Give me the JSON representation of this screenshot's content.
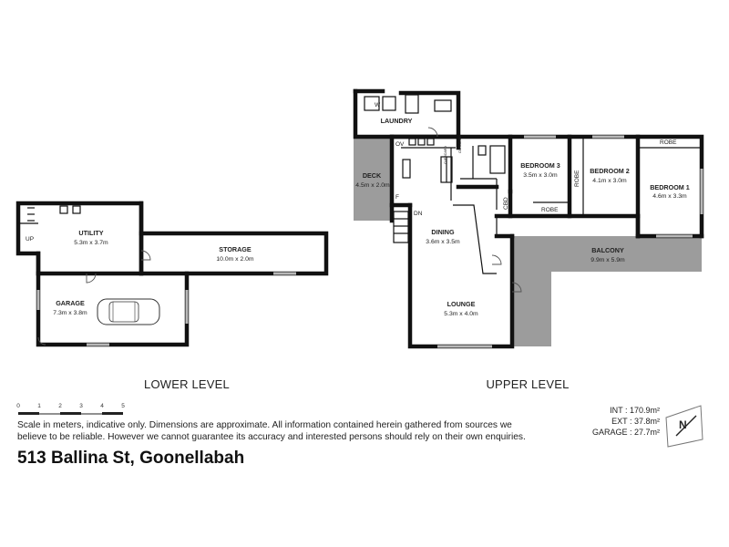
{
  "lower_level": {
    "title": "LOWER LEVEL",
    "rooms": [
      {
        "id": "utility",
        "name": "UTILITY",
        "dims": "5.3m x 3.7m"
      },
      {
        "id": "storage",
        "name": "STORAGE",
        "dims": "10.0m x 2.0m"
      },
      {
        "id": "garage",
        "name": "GARAGE",
        "dims": "7.3m x 3.8m"
      }
    ],
    "stair_label": "UP"
  },
  "upper_level": {
    "title": "UPPER LEVEL",
    "rooms": [
      {
        "id": "laundry",
        "name": "LAUNDRY"
      },
      {
        "id": "deck",
        "name": "DECK",
        "dims": "4.5m x 2.0m"
      },
      {
        "id": "bedroom3",
        "name": "BEDROOM 3",
        "dims": "3.5m x 3.0m"
      },
      {
        "id": "bedroom2",
        "name": "BEDROOM 2",
        "dims": "4.1m x 3.0m"
      },
      {
        "id": "bedroom1",
        "name": "BEDROOM 1",
        "dims": "4.6m x 3.3m"
      },
      {
        "id": "dining",
        "name": "DINING",
        "dims": "3.6m x 3.5m"
      },
      {
        "id": "balcony",
        "name": "BALCONY",
        "dims": "9.9m x 5.9m"
      },
      {
        "id": "lounge",
        "name": "LOUNGE",
        "dims": "5.3m x 4.0m"
      }
    ],
    "labels": {
      "washer": "W",
      "oven": "OV",
      "fridge": "F",
      "stair_down": "DN",
      "cupboard": "CBD",
      "cupboard_small_1": "CUPBOARD",
      "cupboard_small_2": "CUPBOARD",
      "robe_bed1": "ROBE",
      "robe_bed2": "ROBE",
      "robe_bed3": "ROBE"
    }
  },
  "scale": {
    "ticks": [
      "0",
      "1",
      "2",
      "3",
      "4",
      "5"
    ]
  },
  "areas": {
    "int": "INT : 170.9m²",
    "ext": "EXT : 37.8m²",
    "garage": "GARAGE : 27.7m²"
  },
  "compass": {
    "letter": "N"
  },
  "disclaimer": "Scale in meters, indicative only. Dimensions are approximate. All information contained herein gathered from sources we believe to be reliable. However we cannot guarantee its accuracy and interested persons should rely on their own enquiries.",
  "address": "513 Ballina St, Goonellabah"
}
